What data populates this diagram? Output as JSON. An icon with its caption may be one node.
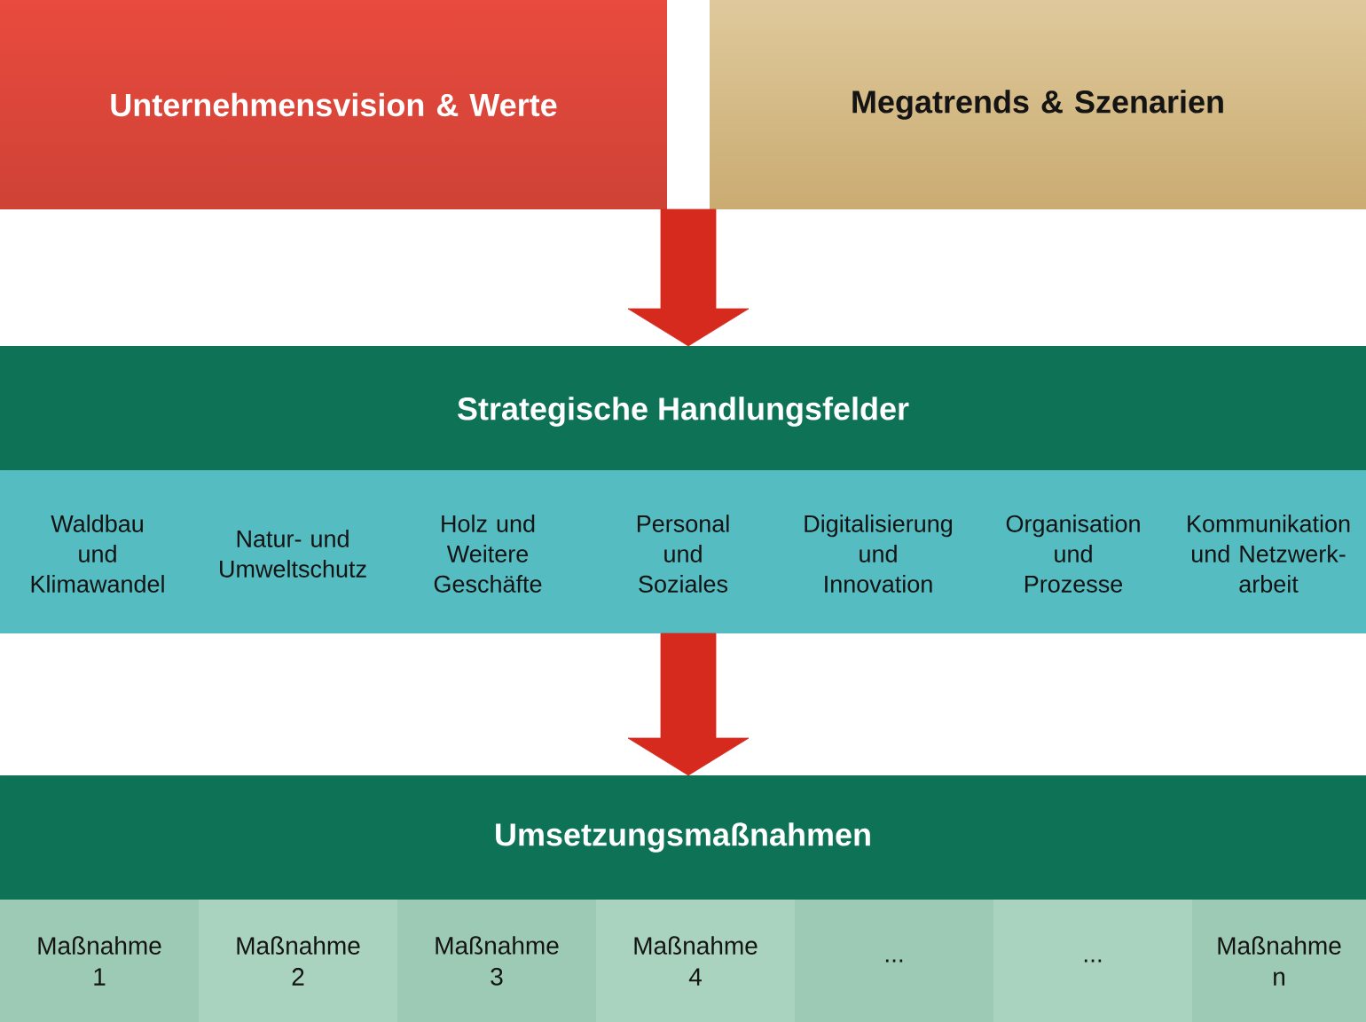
{
  "diagram": {
    "nodes": [
      {
        "text": [
          "Unternehmensvision & Werte"
        ]
      },
      {
        "text": [
          "Megatrends & Szenarien"
        ]
      },
      {
        "text": [
          "Strategische Handlungsfelder"
        ]
      },
      {
        "text": [
          "Waldbau und Klimawandel"
        ],
        "in": 2
      },
      {
        "text": [
          "Natur- und Umweltschutz"
        ],
        "in": 2
      },
      {
        "text": [
          "Holz und Weitere Geschäfte"
        ],
        "in": 2
      },
      {
        "text": [
          "Personal und Soziales"
        ],
        "in": 2
      },
      {
        "text": [
          "Digitalisierung und Innovation"
        ],
        "in": 2
      },
      {
        "text": [
          "Organisation und Prozesse"
        ],
        "in": 2
      },
      {
        "text": [
          "Kommunikation und Netzwerk- arbeit"
        ],
        "in": 2
      },
      {
        "text": [
          "Umsetzungsmaßnahmen"
        ]
      },
      {
        "text": [
          "Maßnahme 1"
        ]
      },
      {
        "text": [
          "Maßnahme 2"
        ]
      },
      {
        "text": [
          "Maßnahme 3"
        ]
      },
      {
        "text": [
          "Maßnahme 4"
        ]
      },
      {
        "text": [
          "..."
        ]
      },
      {
        "text": [
          "..."
        ]
      },
      {
        "text": [
          "Maßnahme n"
        ]
      }
    ],
    "edges": [
      {
        "from": 0,
        "to": 2,
        "arrow": "to"
      },
      {
        "from": 1,
        "to": 2,
        "arrow": "to"
      },
      {
        "from": 2,
        "to": 10,
        "arrow": "to"
      }
    ]
  }
}
